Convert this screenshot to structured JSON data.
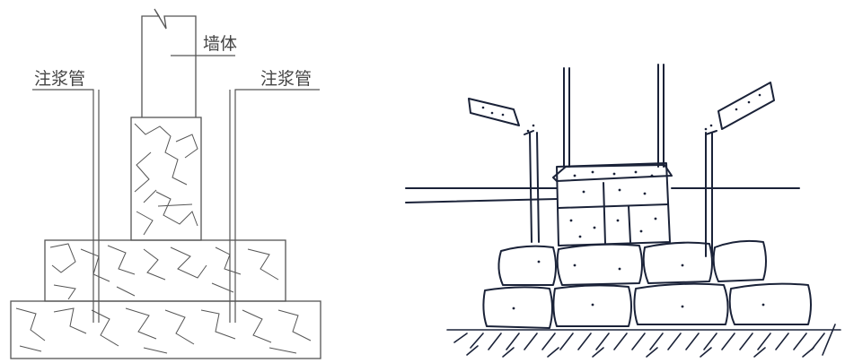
{
  "left_figure": {
    "labels": {
      "wall": "墙体",
      "grout_pipe_left": "注浆管",
      "grout_pipe_right": "注浆管"
    }
  },
  "right_figure": {
    "labels": {}
  },
  "colors": {
    "line": "#555555",
    "sketch": "#1a2238",
    "background": "#ffffff"
  }
}
